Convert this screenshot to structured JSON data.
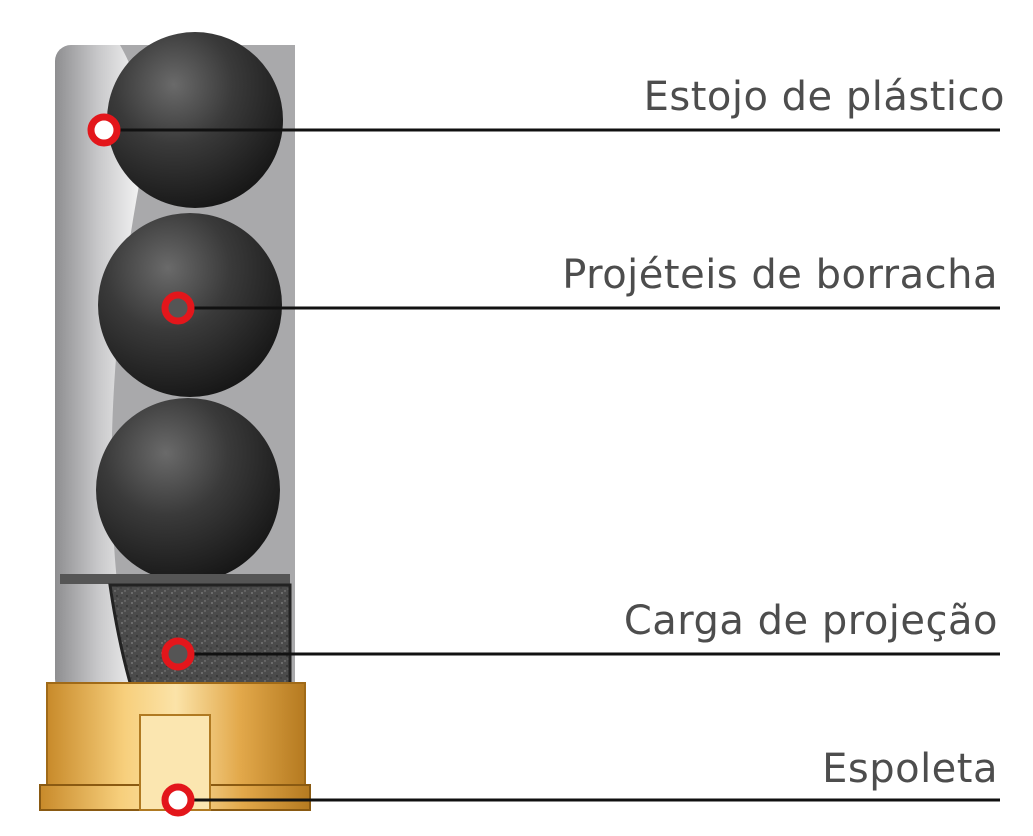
{
  "diagram": {
    "labels": {
      "case": "Estojo de plástico",
      "projectiles": "Projéteis de borracha",
      "charge": "Carga de projeção",
      "primer": "Espoleta"
    },
    "colors": {
      "case_body": "#9a9a9c",
      "projectile": "#2f2f2f",
      "charge": "#4a4a4a",
      "brass": "#e0a642",
      "marker": "#e3161b",
      "leader_line": "#111111",
      "label_text": "#4d4d4d"
    }
  }
}
